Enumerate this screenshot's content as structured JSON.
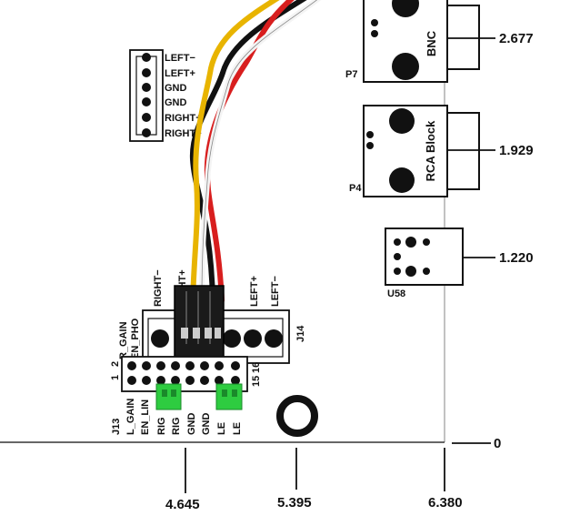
{
  "connector_p_top": {
    "ref": "P7",
    "type": "BNC",
    "dimension": "2.677"
  },
  "connector_p4": {
    "ref": "P4",
    "type": "RCA Block",
    "dimension": "1.929"
  },
  "connector_u58": {
    "ref": "U58",
    "dimension": "1.220"
  },
  "speaker_header": {
    "pins": [
      "LEFT−",
      "LEFT+",
      "GND",
      "GND",
      "RIGHT+",
      "RIGHT−"
    ]
  },
  "j14": {
    "ref": "J14",
    "labels": [
      "RIGHT−",
      "RIGHT+",
      "LEFT+",
      "LEFT−"
    ],
    "side_labels": [
      "R_GAIN",
      "EN_PHO"
    ]
  },
  "j13": {
    "ref": "J13",
    "col_numbers": [
      "1",
      "2"
    ],
    "end_numbers": [
      "15",
      "16"
    ],
    "bottom_labels": [
      "L_GAIN",
      "EN_LIN",
      "RIG",
      "RIG",
      "GND",
      "GND",
      "LE",
      "LE"
    ]
  },
  "dimensions_x": [
    "4.645",
    "5.395",
    "6.380"
  ],
  "dimension_y_zero": "0",
  "colors": {
    "jumper": "#2ecc40",
    "wire_red": "#d81e1e",
    "wire_yellow": "#e8b400",
    "wire_white": "#f4f4f4",
    "wire_black": "#111111"
  }
}
